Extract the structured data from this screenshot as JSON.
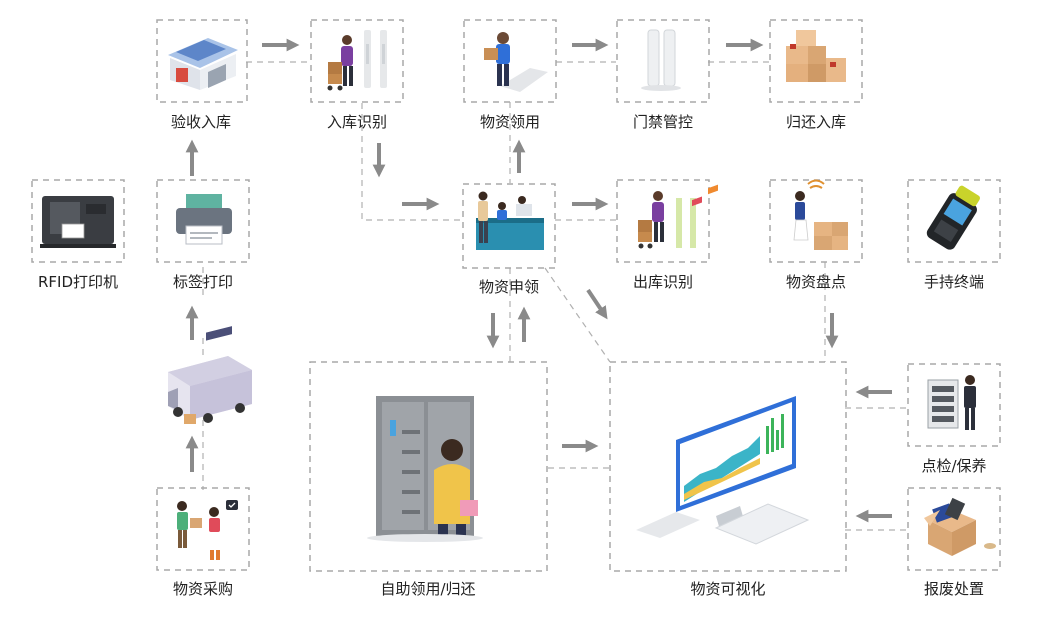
{
  "colors": {
    "dash": "#a8a8a8",
    "arrow": "#8a8a8a",
    "text": "#222222",
    "accent_blue": "#2f6fd8",
    "accent_purple": "#7a3fa0"
  },
  "nodes": {
    "yanshou_ruku": {
      "label": "验收入库",
      "icon": "warehouse-icon"
    },
    "ruku_shibie": {
      "label": "入库识别",
      "icon": "rfid-gate-inbound-icon"
    },
    "wuzi_lingyong": {
      "label": "物资领用",
      "icon": "person-carrying-box-icon"
    },
    "menjin_guankong": {
      "label": "门禁管控",
      "icon": "access-gate-icon"
    },
    "guihuan_ruku": {
      "label": "归还入库",
      "icon": "stacked-boxes-icon"
    },
    "rfid_printer": {
      "label": "RFID打印机",
      "icon": "rfid-printer-icon"
    },
    "biaoqian_dayin": {
      "label": "标签打印",
      "icon": "label-printer-icon"
    },
    "wuzi_shenling": {
      "label": "物资申领",
      "icon": "service-desk-icon"
    },
    "chuku_shibie": {
      "label": "出库识别",
      "icon": "rfid-gate-outbound-icon"
    },
    "wuzi_pandian": {
      "label": "物资盘点",
      "icon": "inventory-scan-icon"
    },
    "shouchi_zhongduan": {
      "label": "手持终端",
      "icon": "handheld-terminal-icon"
    },
    "delivery_truck": {
      "label": "",
      "icon": "delivery-truck-icon"
    },
    "wuzi_caigou": {
      "label": "物资采购",
      "icon": "purchase-icon"
    },
    "zizhu": {
      "label": "自助领用/归还",
      "icon": "smart-cabinet-icon"
    },
    "keshihua": {
      "label": "物资可视化",
      "icon": "dashboard-monitor-icon"
    },
    "dianjian_baoyang": {
      "label": "点检/保养",
      "icon": "server-maintenance-icon"
    },
    "baofei_chuzhi": {
      "label": "报废处置",
      "icon": "scrap-box-icon"
    }
  }
}
